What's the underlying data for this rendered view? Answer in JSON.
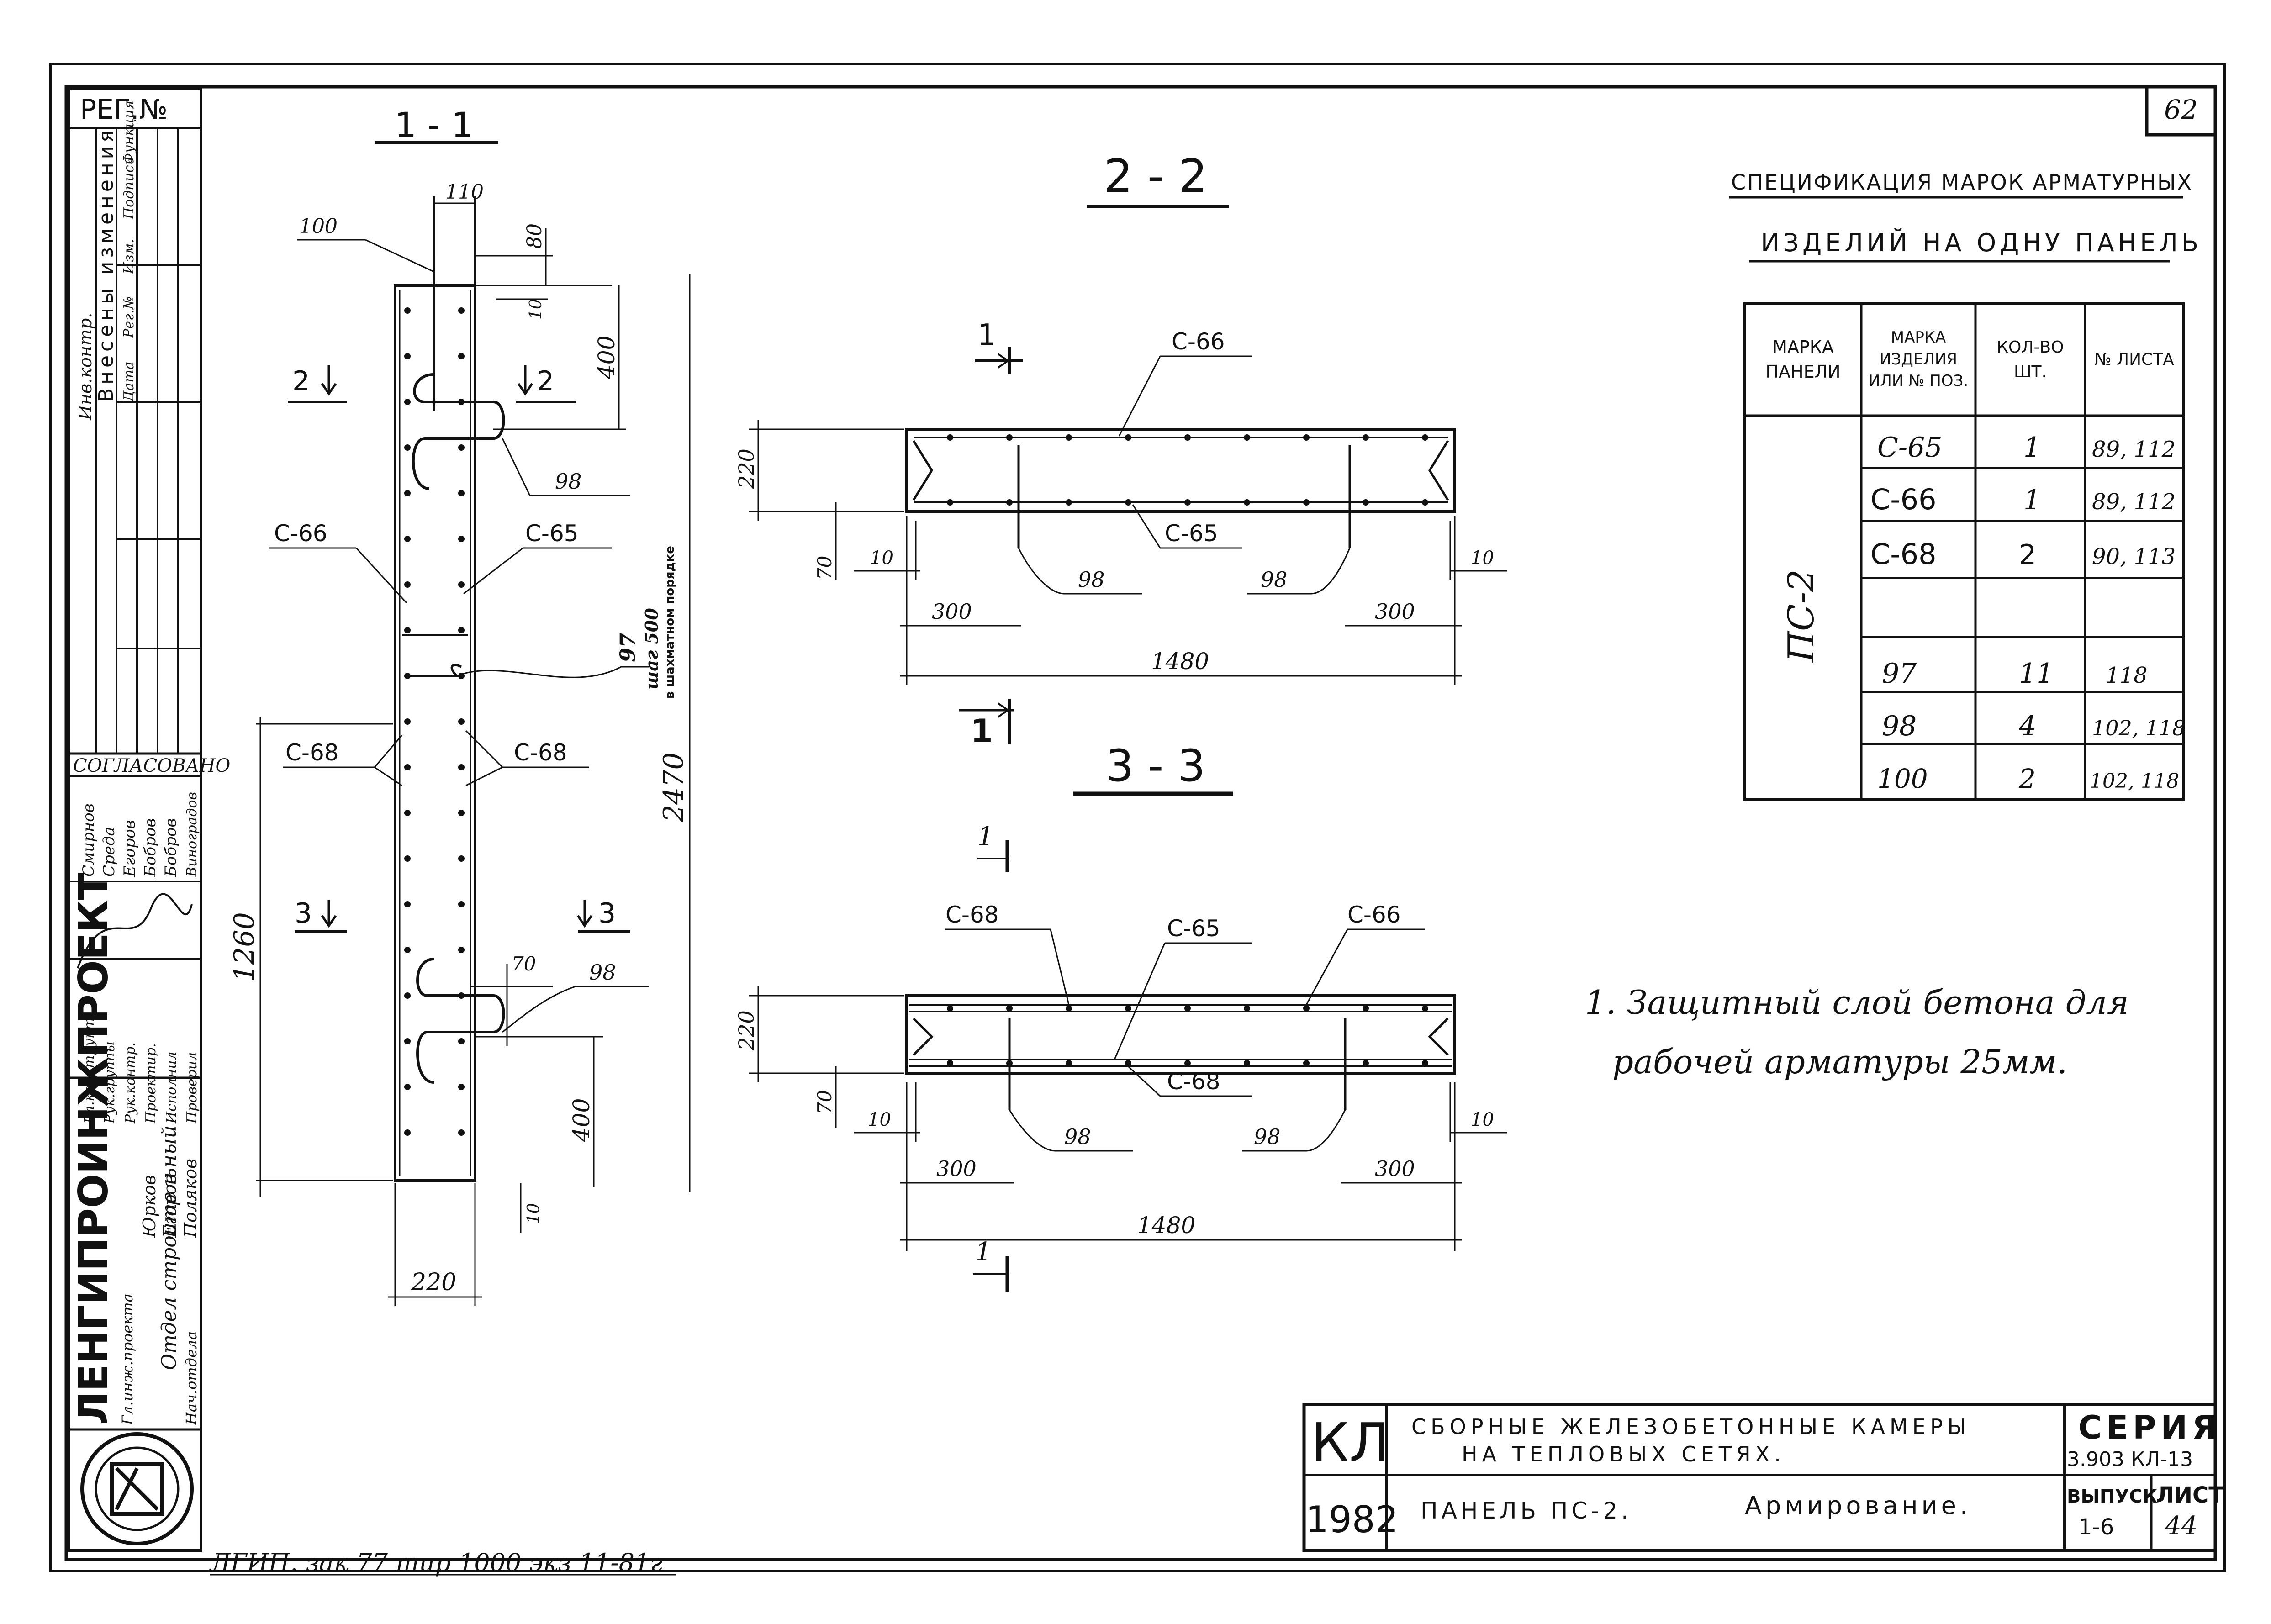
{
  "sheet_number": "62",
  "left_stamp": {
    "reg": "РЕГ.№",
    "inventory": "Инв.контр.",
    "changes_title": "Внесены изменения",
    "changes_cols": [
      "Дата",
      "Рег.№",
      "Изм.",
      "Подпись",
      "Функция"
    ],
    "agreed": "СОГЛАСОВАНО",
    "agreed_col1": [
      "Смирнов",
      "Егоров",
      "Бобров",
      "Бобров"
    ],
    "agreed_col2": [
      "Среда",
      "Егоров",
      "Бобров",
      "Виноградов"
    ],
    "roles": [
      "Гл.конструкт.",
      "Рук.группы",
      "Рук.контр.",
      "Проектир.",
      "Исполнил",
      "Проверил"
    ],
    "org": "ЛЕНГИПРОИНЖПРОЕКТ",
    "staff": [
      "Гл.инж.проекта",
      "Нач.отдела",
      "Отдел строительный"
    ],
    "names": [
      "Юрков",
      "Егоров",
      "Поляков"
    ]
  },
  "sections": {
    "s11": "1 - 1",
    "s22": "2 - 2",
    "s33": "3 - 3"
  },
  "view11": {
    "cut2_left": "2",
    "cut2_right": "2",
    "cut3_left": "3",
    "cut3_right": "3",
    "d100": "100",
    "d110": "110",
    "d80": "80",
    "d10_top": "10",
    "d400_top": "400",
    "d98_top": "98",
    "c66": "С-66",
    "c65": "С-65",
    "d97": "97",
    "step": "шаг 500",
    "stagger": "в шахматном порядке",
    "c68_left": "С-68",
    "c68_right": "С-68",
    "d2470": "2470",
    "d1260": "1260",
    "d70": "70",
    "d98_bot": "98",
    "d400_bot": "400",
    "d10_bot": "10",
    "d220": "220"
  },
  "view22": {
    "cut1": "1",
    "c66": "С-66",
    "c65": "С-65",
    "d220": "220",
    "d70": "70",
    "d10_l": "10",
    "d10_r": "10",
    "d98_l": "98",
    "d98_r": "98",
    "d300_l": "300",
    "d300_r": "300",
    "d1480": "1480"
  },
  "view33": {
    "cut1": "1",
    "c68_l": "С-68",
    "c65": "С-65",
    "c66": "С-66",
    "c68_b": "С-68",
    "d220": "220",
    "d70": "70",
    "d10_l": "10",
    "d10_r": "10",
    "d98_l": "98",
    "d98_r": "98",
    "d300_l": "300",
    "d300_r": "300",
    "d1480": "1480"
  },
  "spec": {
    "title_line1": "СПЕЦИФИКАЦИЯ МАРОК АРМАТУРНЫХ",
    "title_line2": "ИЗДЕЛИЙ НА ОДНУ ПАНЕЛЬ",
    "headers": [
      "МАРКА ПАНЕЛИ",
      "МАРКА ИЗДЕЛИЯ ИЛИ № ПОЗ.",
      "КОЛ-ВО ШТ.",
      "№ ЛИСТА"
    ],
    "panel": "ПС-2",
    "rows": [
      [
        "С-65",
        "1",
        "89, 112"
      ],
      [
        "С-66",
        "1",
        "89, 112"
      ],
      [
        "С-68",
        "2",
        "90, 113"
      ],
      [
        "",
        "",
        ""
      ],
      [
        "97",
        "11",
        "118"
      ],
      [
        "98",
        "4",
        "102, 118"
      ],
      [
        "100",
        "2",
        "102, 118"
      ]
    ]
  },
  "note": {
    "line1": "1. Защитный слой бетона для",
    "line2": "рабочей арматуры 25мм."
  },
  "titleblock": {
    "code": "КЛ",
    "year": "1982",
    "title1": "СБОРНЫЕ ЖЕЛЕЗОБЕТОННЫЕ КАМЕРЫ",
    "title2": "НА ТЕПЛОВЫХ СЕТЯХ.",
    "panel": "ПАНЕЛЬ ПС-2.",
    "subject": "Армирование.",
    "series_label": "СЕРИЯ",
    "series": "3.903 КЛ-13",
    "issue_label": "ВЫПУСК",
    "issue": "1-6",
    "sheet_label": "ЛИСТ",
    "sheet": "44"
  },
  "footer": "ЛГИП. зак 77 тир 1000 экз 11-81г"
}
